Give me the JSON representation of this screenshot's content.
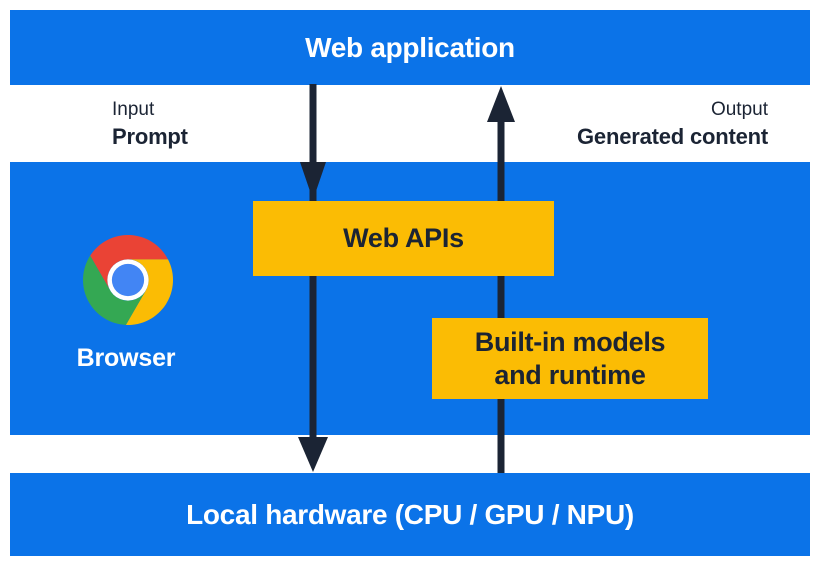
{
  "title_bar": {
    "label": "Web application"
  },
  "io_labels": {
    "input_title": "Input",
    "input_value": "Prompt",
    "output_title": "Output",
    "output_value": "Generated content"
  },
  "browser_panel": {
    "browser_label": "Browser",
    "web_apis_label": "Web APIs",
    "models_label_line1": "Built-in models",
    "models_label_line2": "and runtime"
  },
  "hardware_bar": {
    "label": "Local hardware (CPU / GPU / NPU)"
  },
  "icons": {
    "chrome_logo": "chrome-browser-icon",
    "down_arrow": "input-flow-arrow",
    "up_arrow": "output-flow-arrow"
  },
  "colors": {
    "panel_blue": "#0b73e8",
    "box_yellow": "#fbbc04",
    "ink_navy": "#1b2434",
    "text_white": "#ffffff",
    "chrome_red": "#ea4335",
    "chrome_yellow": "#fbbc04",
    "chrome_green": "#34a853",
    "chrome_blue": "#4285f4"
  }
}
